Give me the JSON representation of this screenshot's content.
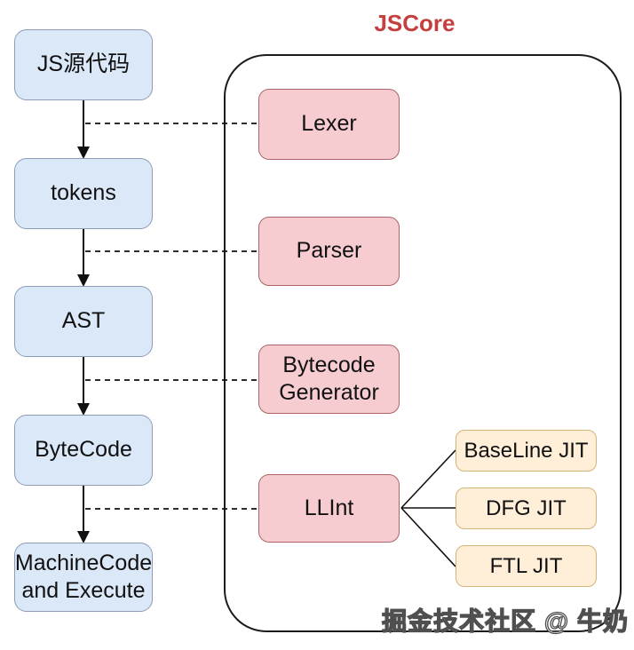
{
  "title": "JSCore",
  "flow": {
    "nodes": [
      {
        "id": "js-source",
        "label": "JS源代码"
      },
      {
        "id": "tokens",
        "label": "tokens"
      },
      {
        "id": "ast",
        "label": "AST"
      },
      {
        "id": "bytecode",
        "label": "ByteCode"
      },
      {
        "id": "machinecode",
        "label": "MachineCode and Execute"
      }
    ]
  },
  "jscore": {
    "stages": [
      {
        "id": "lexer",
        "label": "Lexer"
      },
      {
        "id": "parser",
        "label": "Parser"
      },
      {
        "id": "bytecode-generator",
        "label": "Bytecode Generator"
      },
      {
        "id": "llint",
        "label": "LLInt"
      }
    ],
    "jit_tiers": [
      {
        "id": "baseline-jit",
        "label": "BaseLine JIT"
      },
      {
        "id": "dfg-jit",
        "label": "DFG JIT"
      },
      {
        "id": "ftl-jit",
        "label": "FTL JIT"
      }
    ]
  },
  "watermark": {
    "text": "掘金技术社区 @ 牛奶"
  },
  "colors": {
    "flow_node_fill": "#dbe8f8",
    "flow_node_border": "#8b9db8",
    "stage_fill": "#f6ccd1",
    "stage_border": "#ad6468",
    "jit_fill": "#ffeed8",
    "jit_border": "#d3b579",
    "title_red": "#c4403e",
    "container_border": "#1c1c1c",
    "connector": "#111111"
  }
}
